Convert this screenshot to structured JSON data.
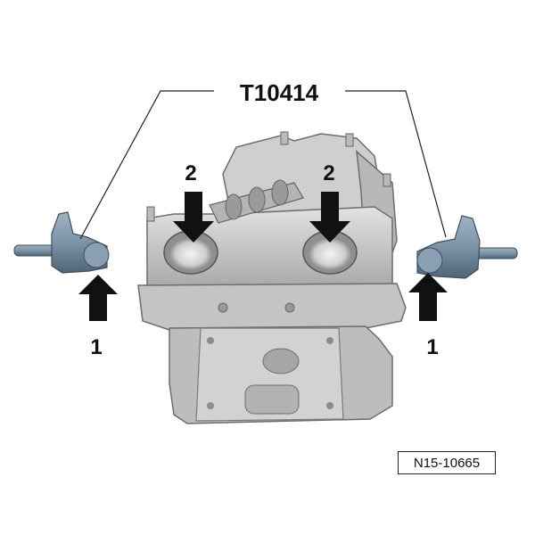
{
  "diagram": {
    "tool_label": "T10414",
    "callout_1": "1",
    "callout_2": "2",
    "figure_ref": "N15-10665"
  },
  "colors": {
    "head_light": "#d9d9d9",
    "head_mid": "#bdbdbd",
    "head_dark": "#8c8c8c",
    "tool_blue": "#7d93a6",
    "tool_blue_dark": "#4f6475",
    "arrow": "#111111"
  }
}
